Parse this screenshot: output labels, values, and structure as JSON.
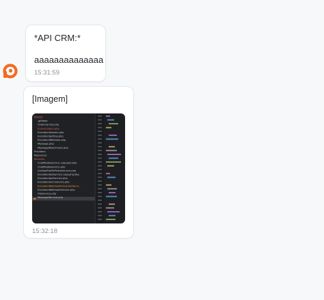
{
  "messages": [
    {
      "title": "*API CRM:*",
      "body": "aaaaaaaaaaaaaa",
      "time": "15:31:59"
    },
    {
      "label": "[Imagem]",
      "time": "15:32:18",
      "attachment": {
        "type": "image",
        "icon": "image-thumbnail",
        "tree": [
          "Models",
          ".gitkeep",
          "ChatChannel.php",
          "Conversation.php",
          "EvolutionSession.php",
          "EvolutionSetting.php",
          "EvolutionWebhook.php",
          "Message.php",
          "MessageAttachment.php",
          "Providers",
          "Resources",
          "Services",
          "ChatMediaService copy.php.bkp",
          "ChatMediaService.php",
          "CartbotProfilePhotoService.php",
          "EvolutionApiService copy.php.bkp",
          "EvolutionApiService.php",
          "EvolutionSyncService.php",
          "EvolutionWebhookProcessorServi...",
          "EvolutionWebhookService.php",
          "FileService.php",
          "MessageService.php"
        ]
      }
    }
  ],
  "colors": {
    "accent": "#f26b21",
    "editor_bg": "#1e1f22",
    "highlight": "#3a3d41"
  }
}
